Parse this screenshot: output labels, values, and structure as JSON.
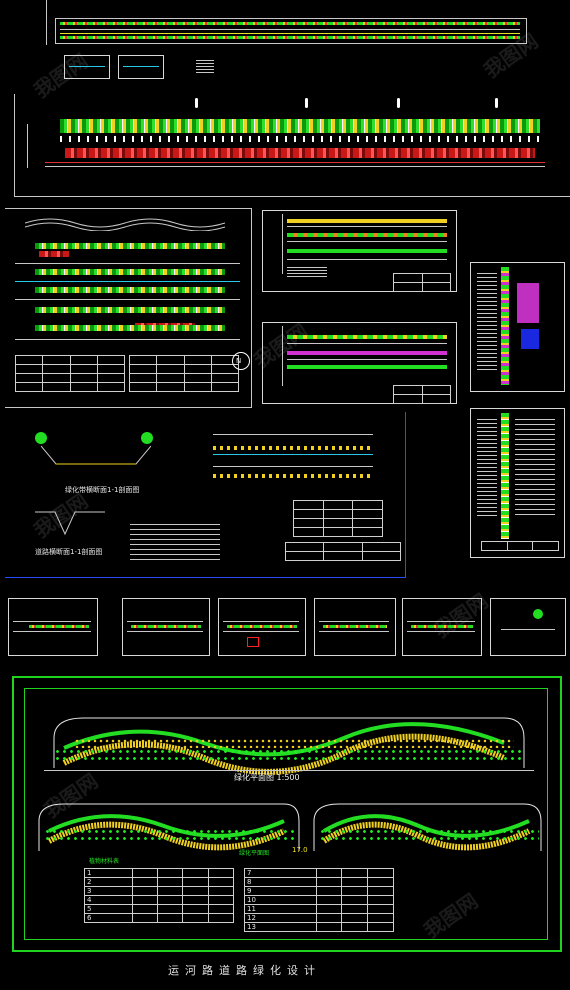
{
  "caption": "运河路道路绿化设计",
  "plan_title": "绿化平面图 1:500",
  "plant_table_title": "植物材料表",
  "row_numbers_left": [
    "1",
    "2",
    "3",
    "4",
    "5",
    "6"
  ],
  "row_numbers_right": [
    "7",
    "8",
    "9",
    "10",
    "11",
    "12",
    "13"
  ],
  "north_marker": "N",
  "section_title_1": "绿化带横断面1-1剖面图",
  "section_title_2": "道路横断面1-1剖面图",
  "plan_label_1": "绿化平面图",
  "dimension_label": "17.0",
  "watermark": "我图网",
  "colors": {
    "background": "#000000",
    "frame_green": "#1fd31f",
    "frame_white": "#d8d8d8",
    "frame_blue": "#2a4cff",
    "plant_yellow": "#f0d020",
    "plant_red": "#c81818",
    "plant_green": "#22dd22"
  }
}
